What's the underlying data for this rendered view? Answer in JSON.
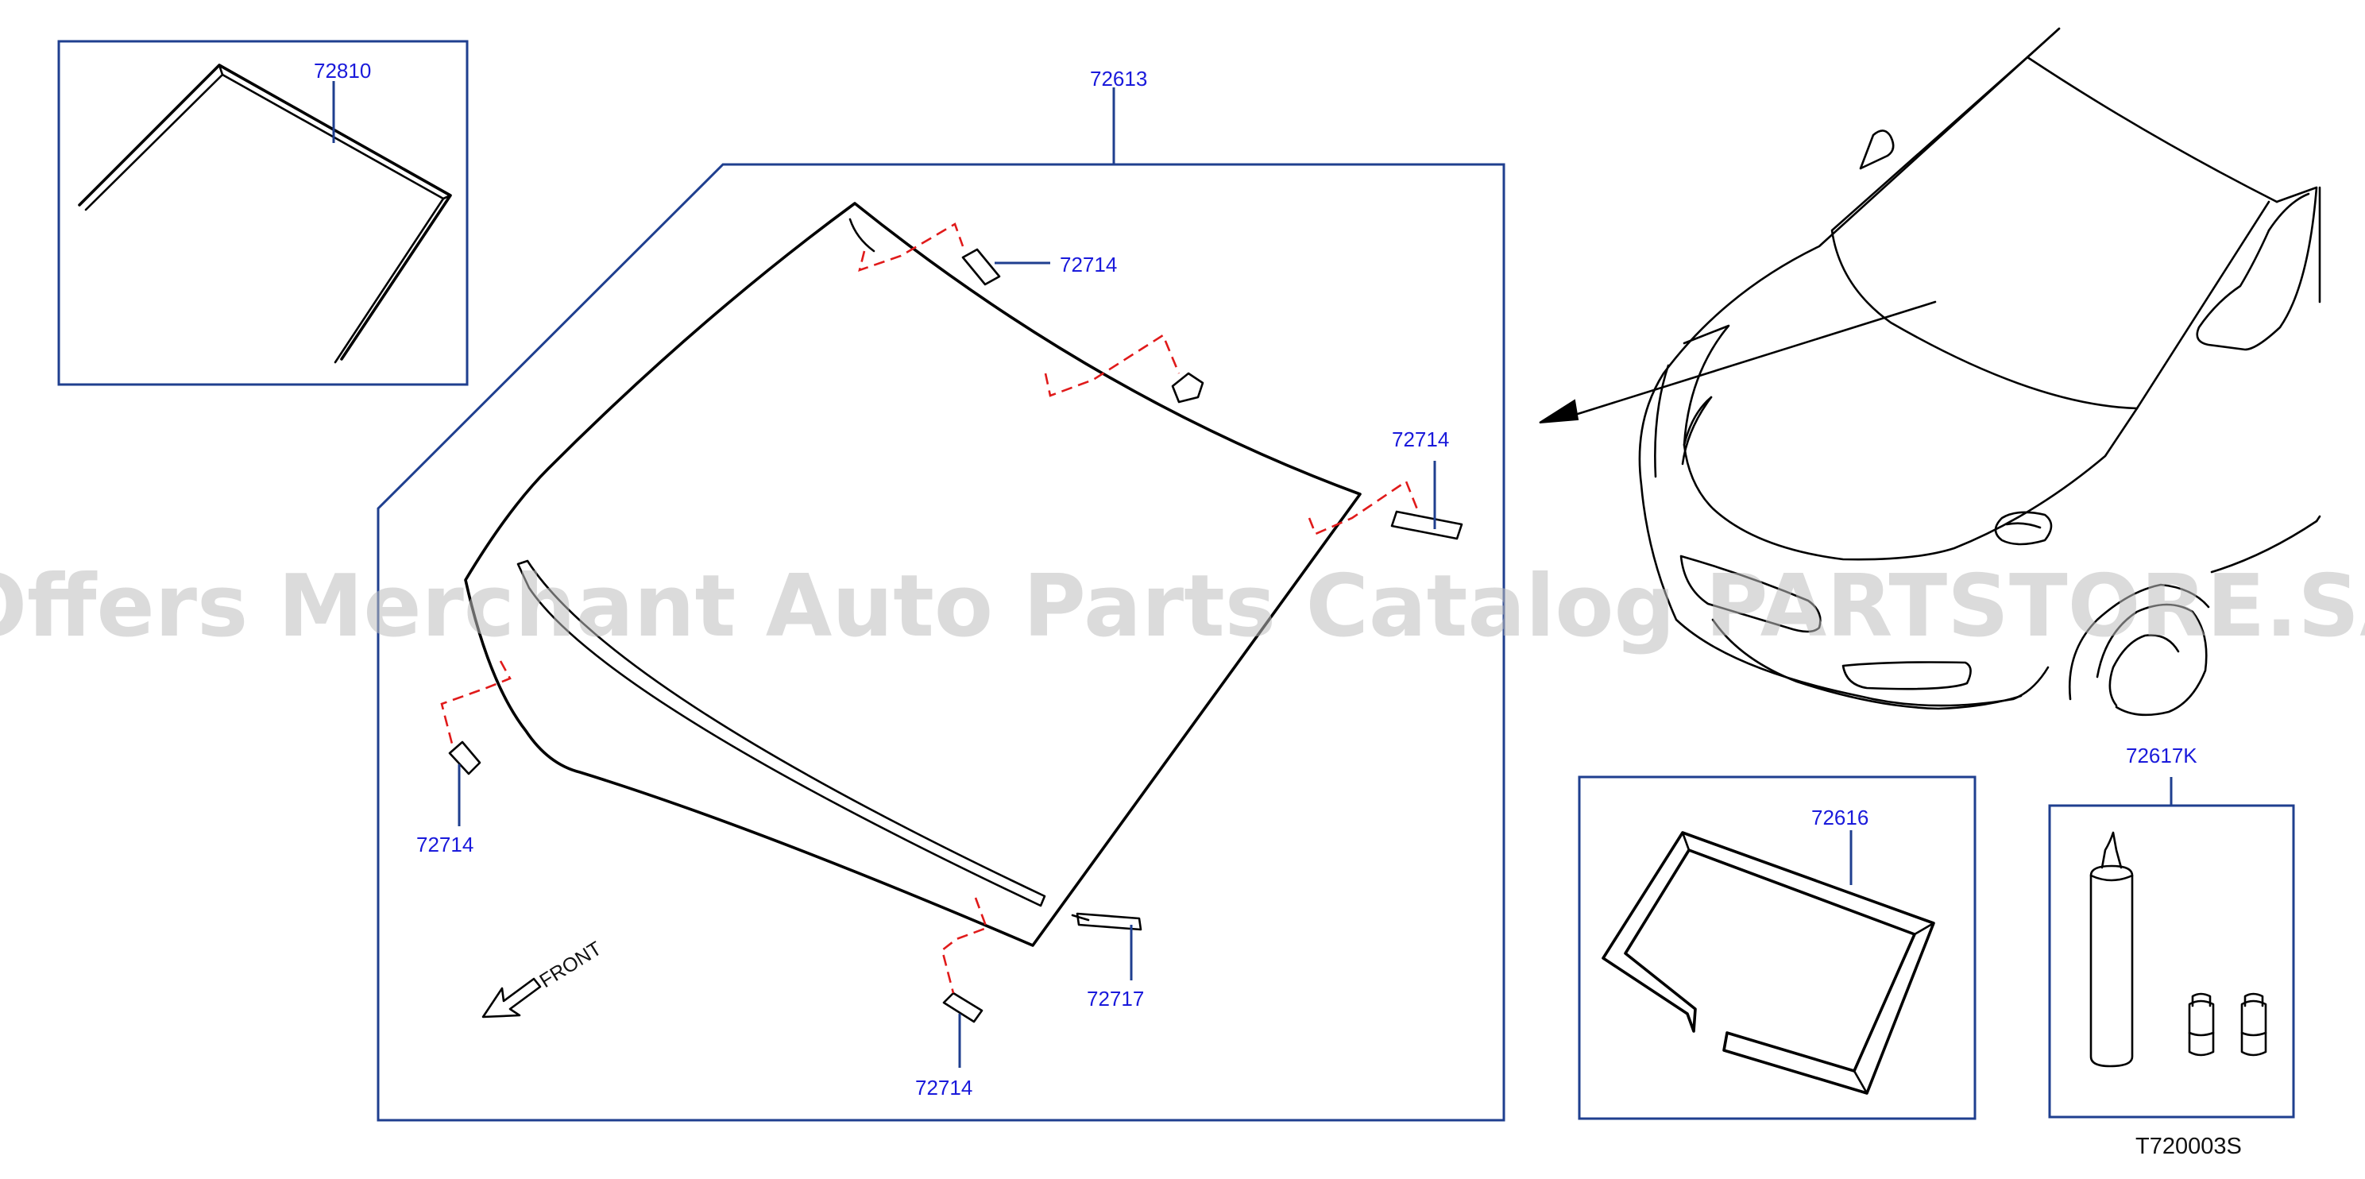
{
  "diagram": {
    "part_numbers": {
      "moulding": "72810",
      "windshield_glass": "72613",
      "clip_top_center": "72714",
      "clip_right": "72714",
      "clip_left": "72714",
      "clip_bottom": "72714",
      "lower_strip": "72717",
      "dam_rubber": "72616",
      "adhesive_kit": "72617K"
    },
    "front_label": "FRONT",
    "diagram_code": "T720003S",
    "watermark": "Offers Merchant Auto Parts Catalog PARTSTORE.SA"
  }
}
